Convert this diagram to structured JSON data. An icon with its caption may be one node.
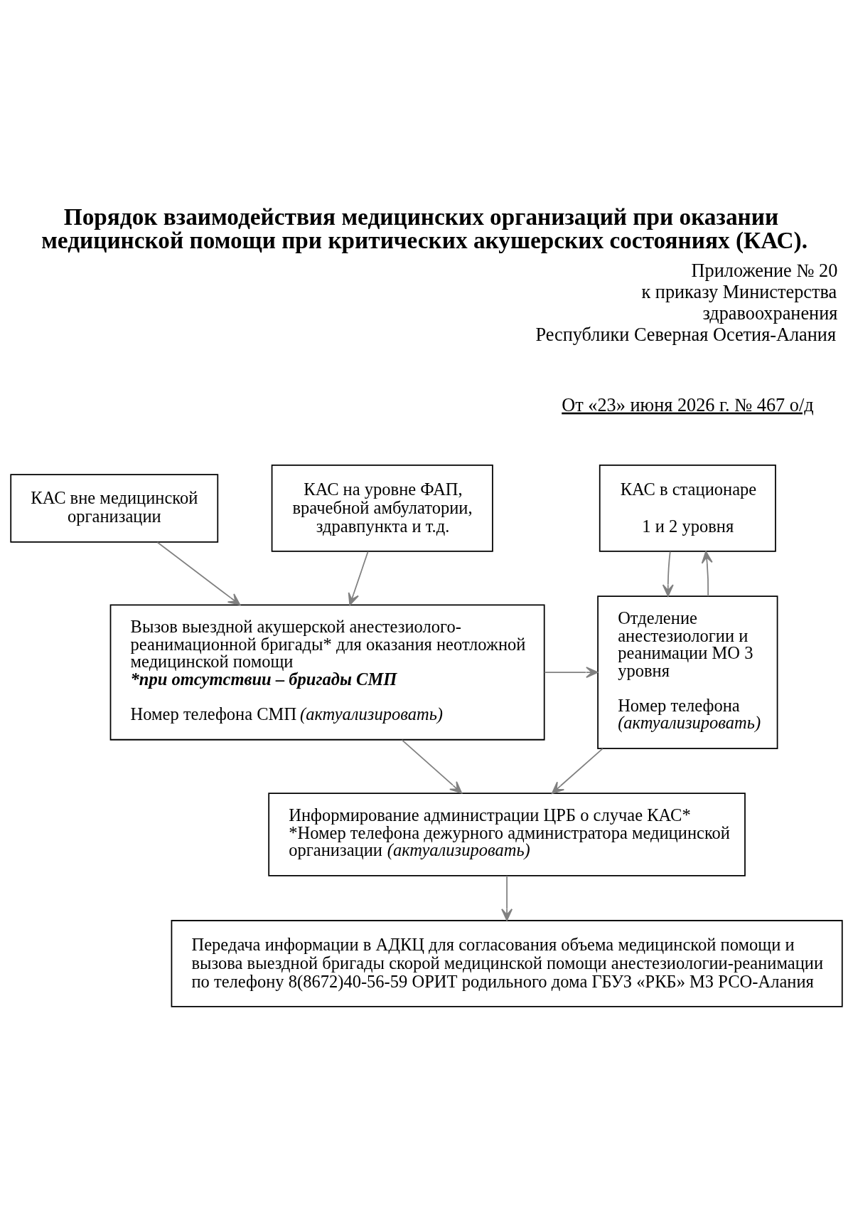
{
  "diagram": {
    "title": "Порядок взаимодействия медицинских организаций при оказании медицинской помощи при критических акушерских состояниях (КАС).",
    "nodes": [
      {
        "text": [
          "КАС вне медицинской организации"
        ]
      },
      {
        "text": [
          "КАС на уровне ФАП, врачебной амбулатории, здравпункта и т.д."
        ]
      },
      {
        "text": [
          "КАС в стационаре",
          "1 и 2 уровня"
        ]
      },
      {
        "text": [
          "Вызов выездной акушерской анестезиолого-реанимационной бригады* для оказания неотложной медицинской помощи",
          "*при отсутствии – бригады СМП",
          "Номер телефона СМП (актуализировать)"
        ]
      },
      {
        "text": [
          "Отделение анестезиологии и реанимации МО 3 уровня",
          "Номер телефона (актуализировать)"
        ]
      },
      {
        "text": [
          "Информирование администрации ЦРБ о случае КАС*",
          "*Номер телефона дежурного администратора медицинской организации (актуализировать)"
        ]
      },
      {
        "text": [
          "Передача информации в АДКЦ для согласования объема медицинской помощи и вызова выездной бригады скорой медицинской помощи анестезиологии-реанимации по телефону 8(8672)40-56-59 ОРИТ родильного дома ГБУЗ «РКБ» МЗ РСО-Алания"
        ]
      }
    ],
    "edges": [
      {
        "from": 0,
        "to": 3,
        "arrow": "to"
      },
      {
        "from": 1,
        "to": 3,
        "arrow": "to"
      },
      {
        "from": 2,
        "to": 4,
        "arrow": "to"
      },
      {
        "from": 4,
        "to": 2,
        "arrow": "to"
      },
      {
        "from": 3,
        "to": 4,
        "arrow": "to"
      },
      {
        "from": 3,
        "to": 5,
        "arrow": "to"
      },
      {
        "from": 4,
        "to": 5,
        "arrow": "to"
      },
      {
        "from": 5,
        "to": 6,
        "arrow": "to"
      }
    ],
    "labels": [
      "Приложение № 20 к приказу Министерства здравоохранения Республики Северная Осетия-Алания",
      "От «23» июня 2026 г. № 467 о/д"
    ]
  }
}
